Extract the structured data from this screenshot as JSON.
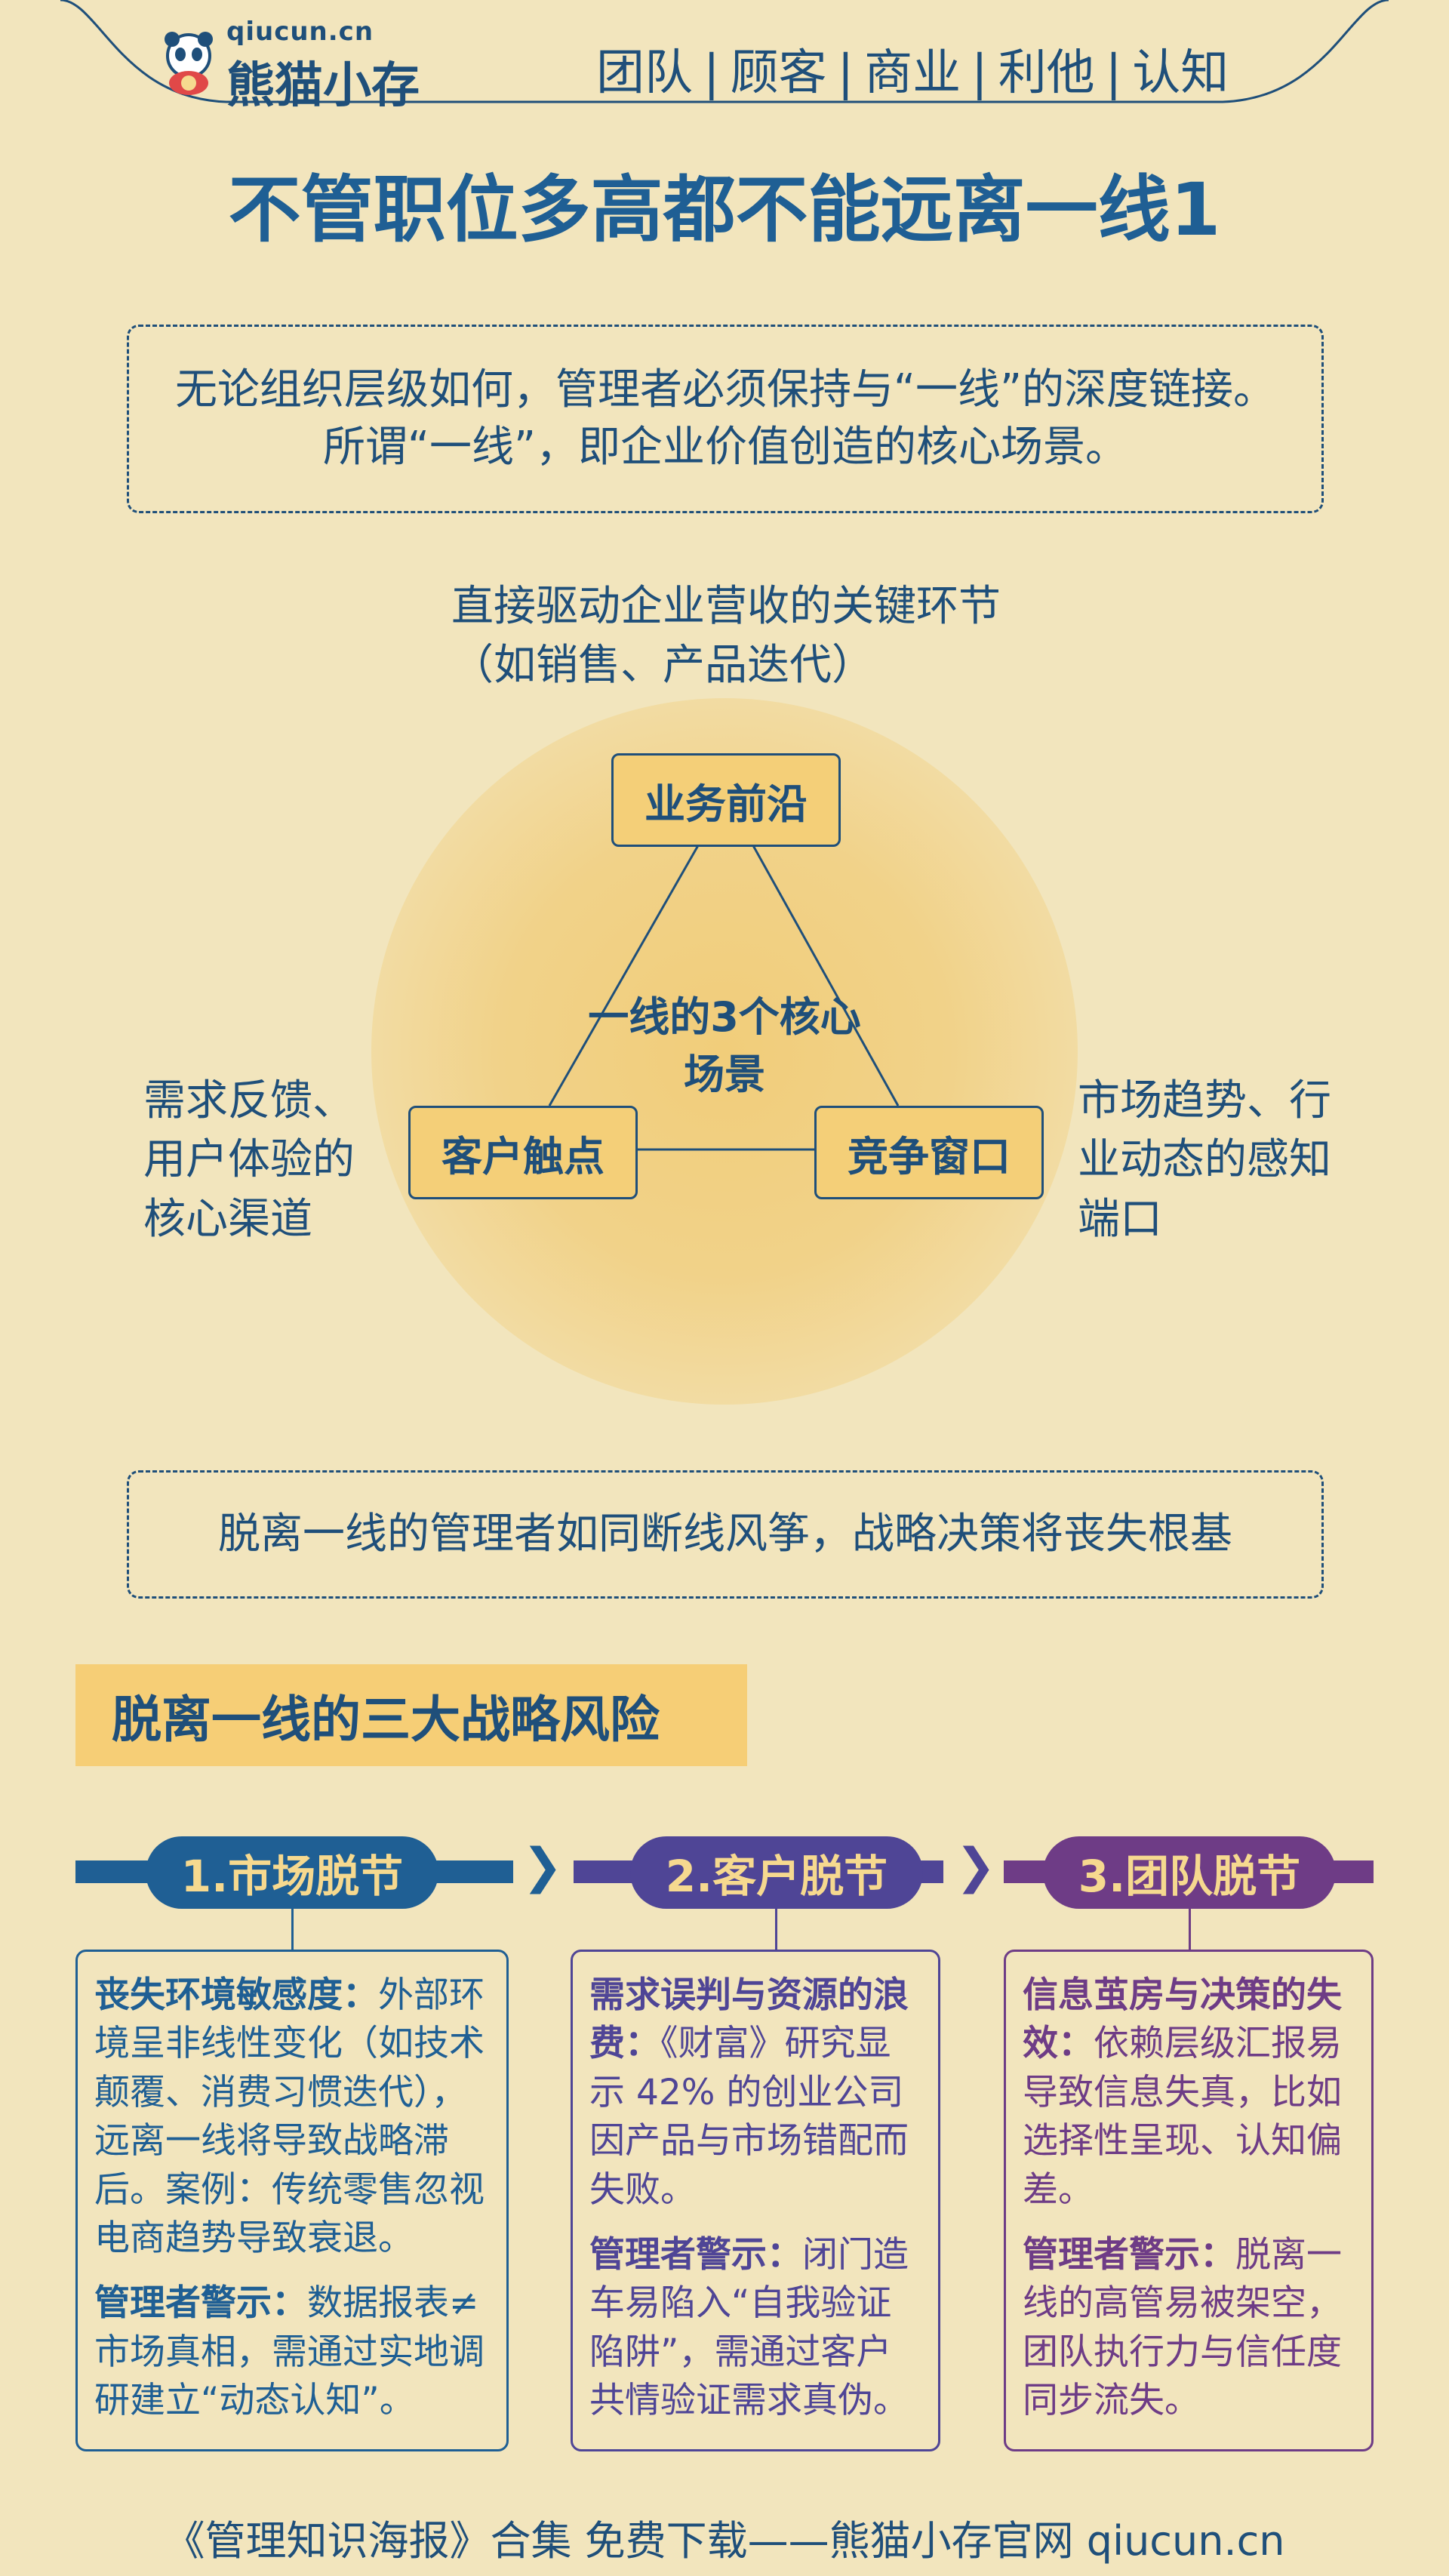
{
  "header": {
    "logo_domain": "qiucun.cn",
    "logo_name": "熊猫小存",
    "nav": [
      "团队",
      "顾客",
      "商业",
      "利他",
      "认知"
    ],
    "nav_separator": "|"
  },
  "title": "不管职位多高都不能远离一线1",
  "intro": "无论组织层级如何，管理者必须保持与“一线”的深度链接。所谓“一线”，即企业价值创造的核心场景。",
  "diagram": {
    "center": "一线的3个核心场景",
    "nodes": {
      "top": "业务前沿",
      "left": "客户触点",
      "right": "竞争窗口"
    },
    "descriptions": {
      "top": "直接驱动企业营收的关键环节（如销售、产品迭代）",
      "left": "需求反馈、用户体验的核心渠道",
      "right": "市场趋势、行业动态的感知端口"
    }
  },
  "quote": "脱离一线的管理者如同断线风筝，战略决策将丧失根基",
  "section_title": "脱离一线的三大战略风险",
  "risks": [
    {
      "title": "1.市场脱节",
      "color": "#1f5f94",
      "body_title": "丧失环境敏感度：",
      "body": "外部环境呈非线性变化（如技术颠覆、消费习惯迭代），远离一线将导致战略滞后。案例：传统零售忽视电商趋势导致衰退。",
      "warn_title": "管理者警示：",
      "warn": "数据报表≠市场真相，需通过实地调研建立“动态认知”。"
    },
    {
      "title": "2.客户脱节",
      "color": "#4f4596",
      "body_title": "需求误判与资源的浪费：",
      "body": "《财富》研究显示 42% 的创业公司因产品与市场错配而失败。",
      "warn_title": "管理者警示：",
      "warn": "闭门造车易陷入“自我验证陷阱”，需通过客户共情验证需求真伪。"
    },
    {
      "title": "3.团队脱节",
      "color": "#6e3c86",
      "body_title": "信息茧房与决策的失效：",
      "body": "依赖层级汇报易导致信息失真，比如选择性呈现、认知偏差。",
      "warn_title": "管理者警示：",
      "warn": "脱离一线的高管易被架空，团队执行力与信任度同步流失。"
    }
  ],
  "footer": "《管理知识海报》合集 免费下载——熊猫小存官网 qiucun.cn"
}
